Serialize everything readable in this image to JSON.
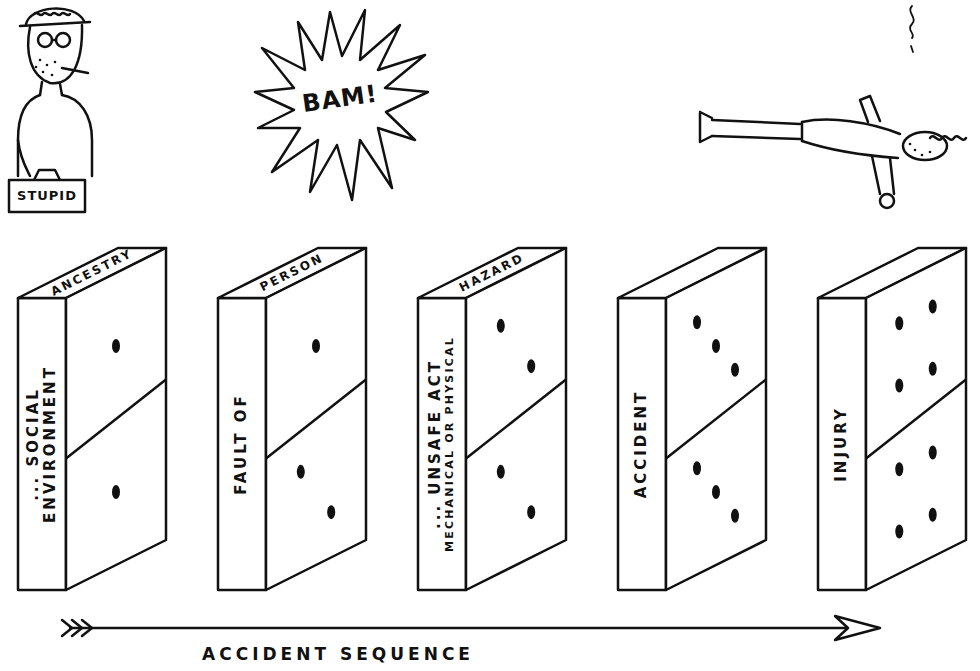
{
  "diagram": {
    "nodes": [
      {
        "text": [
          "ANCESTRY",
          "... SOCIAL ENVIRONMENT"
        ]
      },
      {
        "text": [
          "FAULT OF",
          "PERSON"
        ]
      },
      {
        "text": [
          "... UNSAFE ACT",
          "MECHANICAL OR PHYSICAL",
          "HAZARD"
        ]
      },
      {
        "text": [
          "ACCIDENT"
        ]
      },
      {
        "text": [
          "INJURY"
        ]
      }
    ],
    "labels": [
      "STUPID",
      "BAM!",
      "ACCIDENT SEQUENCE"
    ]
  }
}
